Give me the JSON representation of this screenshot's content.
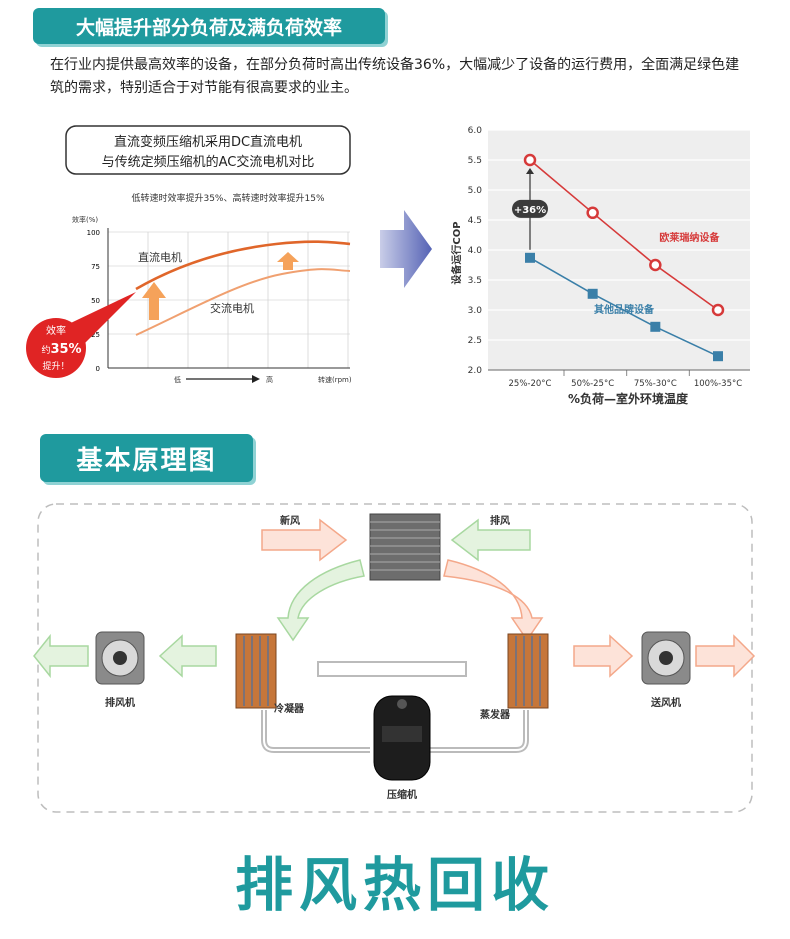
{
  "section1": {
    "title": "大幅提升部分负荷及满负荷效率",
    "intro": "在行业内提供最高效率的设备，在部分负荷时高出传统设备36%，大幅减少了设备的运行费用，全面满足绿色建筑的需求，特别适合于对节能有很高要求的业主。"
  },
  "left_chart": {
    "box_line1": "直流变频压缩机采用DC直流电机",
    "box_line2": "与传统定频压缩机的AC交流电机对比",
    "subtitle": "低转速时效率提升35%、高转速时效率提升15%",
    "ylabel": "效率(%)",
    "yticks": [
      "100",
      "75",
      "50",
      "25",
      "0"
    ],
    "x_low": "低",
    "x_high": "高",
    "xlabel": "转速(rpm)",
    "series_dc": "直流电机",
    "series_ac": "交流电机",
    "badge_line1": "效率",
    "badge_line2_prefix": "约",
    "badge_line2_value": "35%",
    "badge_line3": "提升！",
    "colors": {
      "dc": "#e0662a",
      "ac": "#f0a070",
      "up_arrow": "#f5a25a",
      "badge": "#e02424"
    }
  },
  "chart_data": {
    "type": "line",
    "categories": [
      "25%-20°C",
      "50%-25°C",
      "75%-30°C",
      "100%-35°C"
    ],
    "series": [
      {
        "name": "欧莱瑞纳设备",
        "values": [
          5.5,
          4.62,
          3.75,
          3.0
        ],
        "color": "#d63a3a",
        "marker": "circle"
      },
      {
        "name": "其他品牌设备",
        "values": [
          3.87,
          3.27,
          2.72,
          2.23
        ],
        "color": "#3a7fa8",
        "marker": "square"
      }
    ],
    "annotation": "+36%",
    "ylabel": "设备运行COP",
    "xlabel": "%负荷—室外环境温度",
    "ylim": [
      2.0,
      6.0
    ],
    "yticks": [
      "6.0",
      "5.5",
      "5.0",
      "4.5",
      "4.0",
      "3.5",
      "3.0",
      "2.5",
      "2.0"
    ],
    "grid": true
  },
  "section2": {
    "title": "基本原理图"
  },
  "diagram": {
    "fresh_air": "新风",
    "exhaust_air": "排风",
    "exhaust_fan": "排风机",
    "condenser": "冷凝器",
    "evaporator": "蒸发器",
    "supply_fan": "送风机",
    "compressor": "压缩机",
    "colors": {
      "warm": "#f4a88a",
      "cool": "#a8d8a0",
      "pipe": "#bbbbbb"
    }
  },
  "footer": {
    "title": "排风热回收"
  }
}
